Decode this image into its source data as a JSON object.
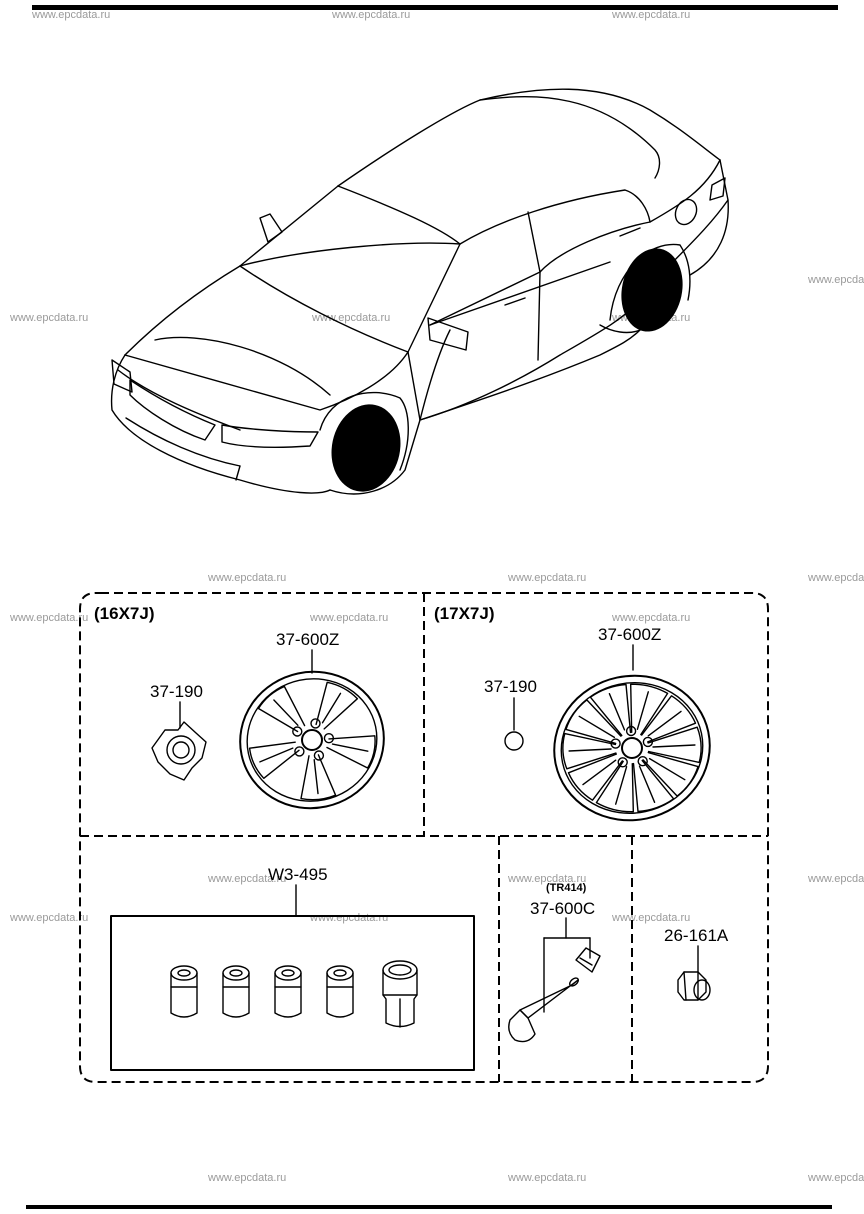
{
  "watermark": "www.epcdata.ru",
  "panels": {
    "wheel_16": {
      "size_label": "(16X7J)",
      "cap_part": "37-190",
      "wheel_part": "37-600Z"
    },
    "wheel_17": {
      "size_label": "(17X7J)",
      "cap_part": "37-190",
      "wheel_part": "37-600Z"
    },
    "lock_nut_set": {
      "part": "W3-495"
    },
    "valve": {
      "note": "(TR414)",
      "part": "37-600C"
    },
    "wheel_nut": {
      "part": "26-161A"
    }
  }
}
